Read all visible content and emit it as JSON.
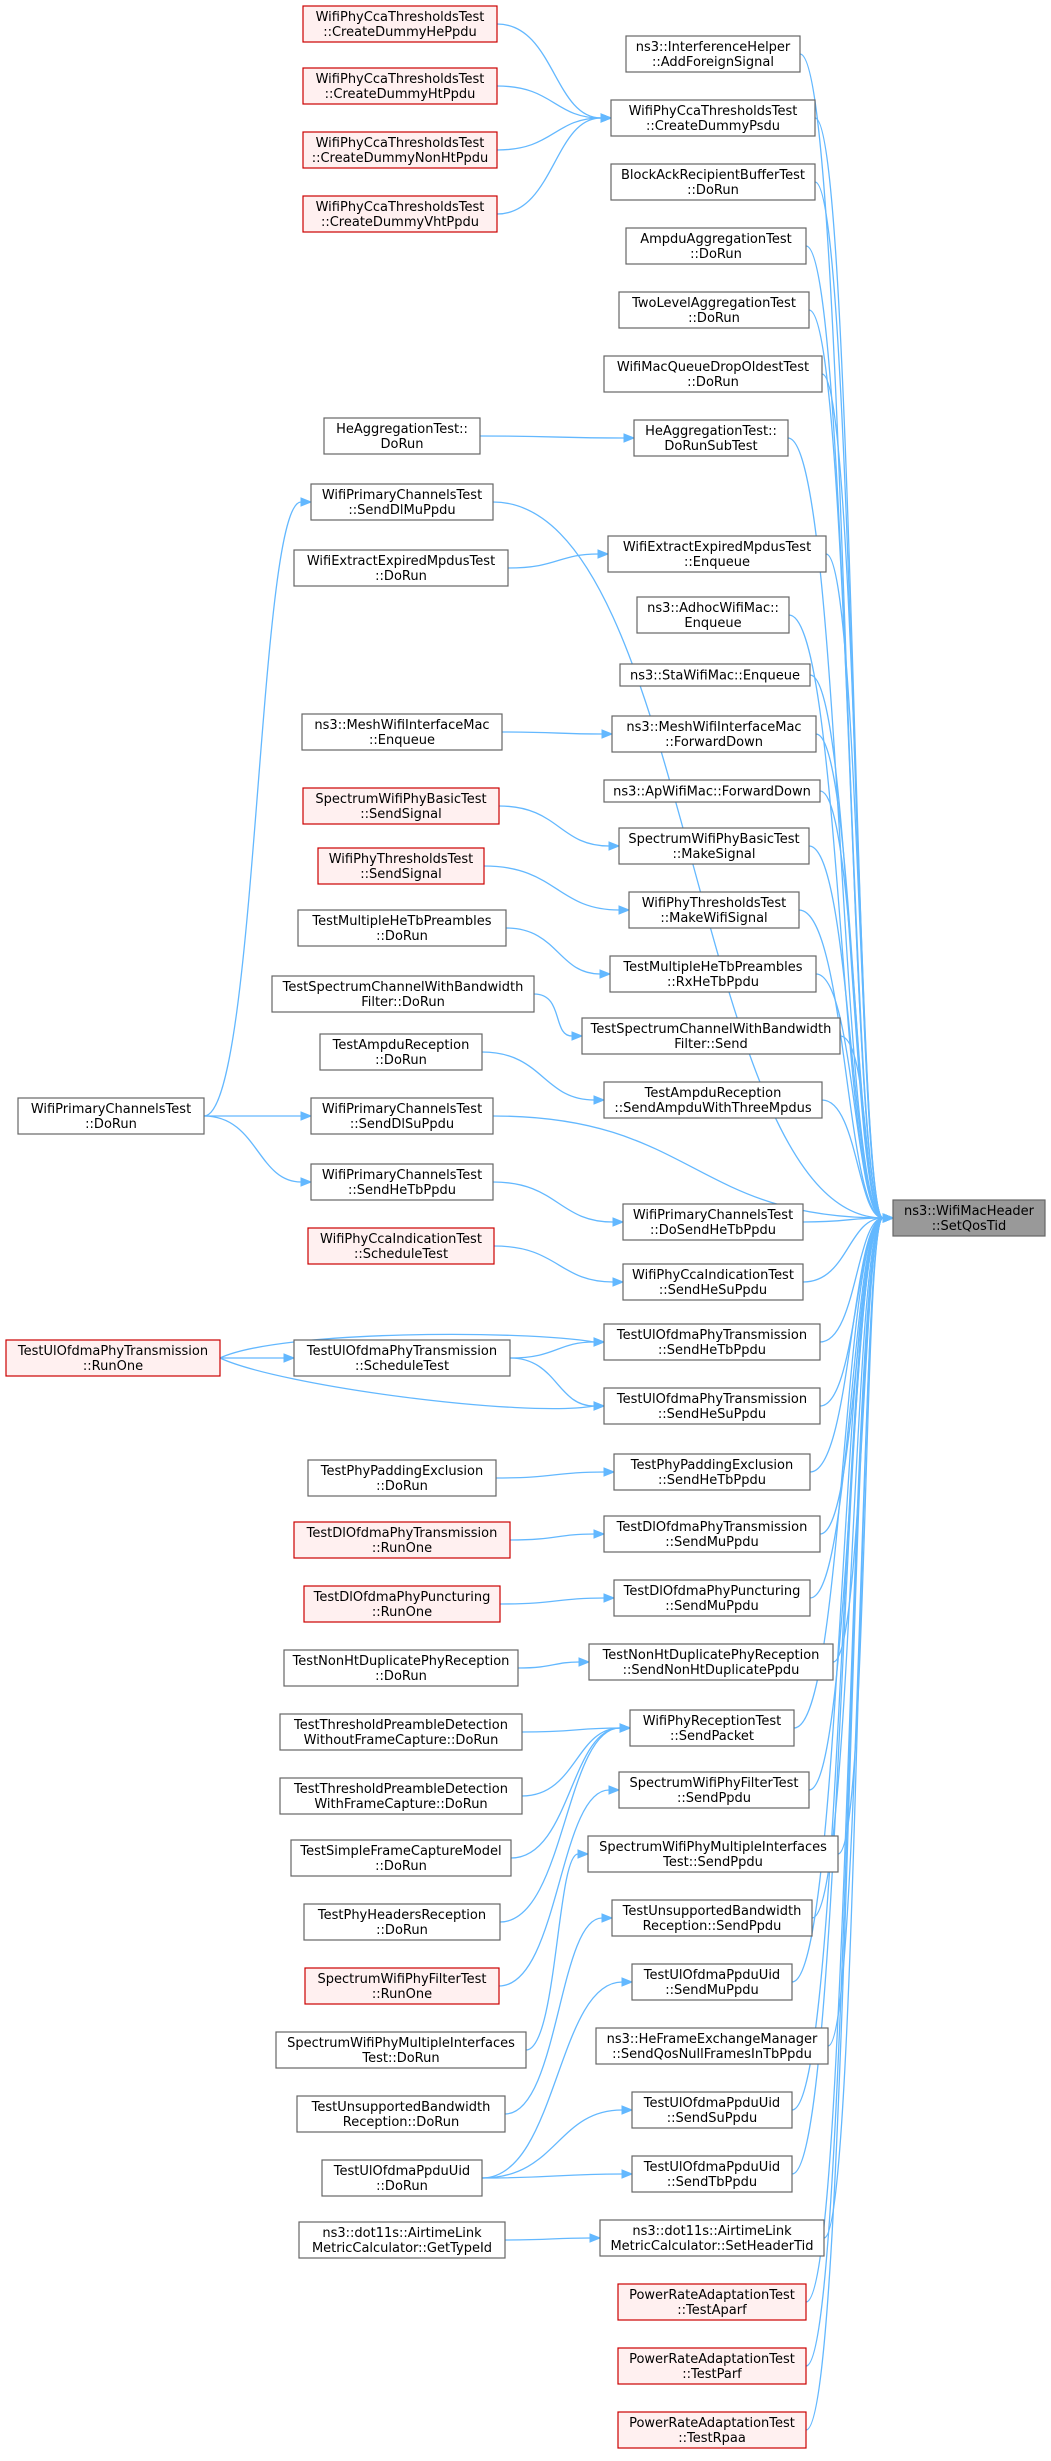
{
  "graph": {
    "root": "root",
    "colors": {
      "edge": "#63b8ff",
      "border": "#666666",
      "red_border": "#cc0000",
      "red_fill": "#fff0f0",
      "root_fill": "#999999"
    },
    "nodes": [
      {
        "id": "root",
        "lines": [
          "ns3::WifiMacHeader",
          "::SetQosTid"
        ],
        "style": "root"
      },
      {
        "id": "c1",
        "lines": [
          "ns3::InterferenceHelper",
          "::AddForeignSignal"
        ]
      },
      {
        "id": "c2",
        "lines": [
          "WifiPhyCcaThresholdsTest",
          "::CreateDummyPsdu"
        ]
      },
      {
        "id": "c3",
        "lines": [
          "BlockAckRecipientBufferTest",
          "::DoRun"
        ]
      },
      {
        "id": "c4",
        "lines": [
          "AmpduAggregationTest",
          "::DoRun"
        ]
      },
      {
        "id": "c5",
        "lines": [
          "TwoLevelAggregationTest",
          "::DoRun"
        ]
      },
      {
        "id": "c6",
        "lines": [
          "WifiMacQueueDropOldestTest",
          "::DoRun"
        ]
      },
      {
        "id": "c7",
        "lines": [
          "HeAggregationTest::",
          "DoRunSubTest"
        ]
      },
      {
        "id": "c8",
        "lines": [
          "WifiPrimaryChannelsTest",
          "::SendDlMuPpdu"
        ]
      },
      {
        "id": "c9",
        "lines": [
          "WifiExtractExpiredMpdusTest",
          "::Enqueue"
        ]
      },
      {
        "id": "c10",
        "lines": [
          "ns3::AdhocWifiMac::",
          "Enqueue"
        ]
      },
      {
        "id": "c11",
        "lines": [
          "ns3::StaWifiMac::Enqueue"
        ]
      },
      {
        "id": "c12",
        "lines": [
          "ns3::MeshWifiInterfaceMac",
          "::ForwardDown"
        ]
      },
      {
        "id": "c13",
        "lines": [
          "ns3::ApWifiMac::ForwardDown"
        ]
      },
      {
        "id": "c14",
        "lines": [
          "SpectrumWifiPhyBasicTest",
          "::MakeSignal"
        ]
      },
      {
        "id": "c15",
        "lines": [
          "WifiPhyThresholdsTest",
          "::MakeWifiSignal"
        ]
      },
      {
        "id": "c16",
        "lines": [
          "TestMultipleHeTbPreambles",
          "::RxHeTbPpdu"
        ]
      },
      {
        "id": "c17",
        "lines": [
          "TestSpectrumChannelWithBandwidth",
          "Filter::Send"
        ]
      },
      {
        "id": "c18",
        "lines": [
          "TestAmpduReception",
          "::SendAmpduWithThreeMpdus"
        ]
      },
      {
        "id": "c19",
        "lines": [
          "WifiPrimaryChannelsTest",
          "::SendDlSuPpdu"
        ]
      },
      {
        "id": "c20",
        "lines": [
          "WifiPrimaryChannelsTest",
          "::DoSendHeTbPpdu"
        ]
      },
      {
        "id": "c21",
        "lines": [
          "WifiPhyCcaIndicationTest",
          "::SendHeSuPpdu"
        ]
      },
      {
        "id": "c22",
        "lines": [
          "TestUlOfdmaPhyTransmission",
          "::SendHeTbPpdu"
        ]
      },
      {
        "id": "c23",
        "lines": [
          "TestUlOfdmaPhyTransmission",
          "::SendHeSuPpdu"
        ]
      },
      {
        "id": "c24",
        "lines": [
          "TestPhyPaddingExclusion",
          "::SendHeTbPpdu"
        ]
      },
      {
        "id": "c25",
        "lines": [
          "TestDlOfdmaPhyTransmission",
          "::SendMuPpdu"
        ]
      },
      {
        "id": "c26",
        "lines": [
          "TestDlOfdmaPhyPuncturing",
          "::SendMuPpdu"
        ]
      },
      {
        "id": "c27",
        "lines": [
          "TestNonHtDuplicatePhyReception",
          "::SendNonHtDuplicatePpdu"
        ]
      },
      {
        "id": "c28",
        "lines": [
          "WifiPhyReceptionTest",
          "::SendPacket"
        ]
      },
      {
        "id": "c29",
        "lines": [
          "SpectrumWifiPhyFilterTest",
          "::SendPpdu"
        ]
      },
      {
        "id": "c30",
        "lines": [
          "SpectrumWifiPhyMultipleInterfaces",
          "Test::SendPpdu"
        ]
      },
      {
        "id": "c31",
        "lines": [
          "TestUnsupportedBandwidth",
          "Reception::SendPpdu"
        ]
      },
      {
        "id": "c32",
        "lines": [
          "TestUlOfdmaPpduUid",
          "::SendMuPpdu"
        ]
      },
      {
        "id": "c33",
        "lines": [
          "ns3::HeFrameExchangeManager",
          "::SendQosNullFramesInTbPpdu"
        ]
      },
      {
        "id": "c34",
        "lines": [
          "TestUlOfdmaPpduUid",
          "::SendSuPpdu"
        ]
      },
      {
        "id": "c35",
        "lines": [
          "TestUlOfdmaPpduUid",
          "::SendTbPpdu"
        ]
      },
      {
        "id": "c36",
        "lines": [
          "ns3::dot11s::AirtimeLink",
          "MetricCalculator::SetHeaderTid"
        ]
      },
      {
        "id": "c37",
        "lines": [
          "PowerRateAdaptationTest",
          "::TestAparf"
        ],
        "style": "red"
      },
      {
        "id": "c38",
        "lines": [
          "PowerRateAdaptationTest",
          "::TestParf"
        ],
        "style": "red"
      },
      {
        "id": "c39",
        "lines": [
          "PowerRateAdaptationTest",
          "::TestRpaa"
        ],
        "style": "red"
      },
      {
        "id": "g1",
        "lines": [
          "WifiPhyCcaThresholdsTest",
          "::CreateDummyHePpdu"
        ],
        "style": "red"
      },
      {
        "id": "g2",
        "lines": [
          "WifiPhyCcaThresholdsTest",
          "::CreateDummyHtPpdu"
        ],
        "style": "red"
      },
      {
        "id": "g3",
        "lines": [
          "WifiPhyCcaThresholdsTest",
          "::CreateDummyNonHtPpdu"
        ],
        "style": "red"
      },
      {
        "id": "g4",
        "lines": [
          "WifiPhyCcaThresholdsTest",
          "::CreateDummyVhtPpdu"
        ],
        "style": "red"
      },
      {
        "id": "g5",
        "lines": [
          "HeAggregationTest::",
          "DoRun"
        ]
      },
      {
        "id": "g6",
        "lines": [
          "WifiExtractExpiredMpdusTest",
          "::DoRun"
        ]
      },
      {
        "id": "g7",
        "lines": [
          "ns3::MeshWifiInterfaceMac",
          "::Enqueue"
        ]
      },
      {
        "id": "g8",
        "lines": [
          "SpectrumWifiPhyBasicTest",
          "::SendSignal"
        ],
        "style": "red"
      },
      {
        "id": "g9",
        "lines": [
          "WifiPhyThresholdsTest",
          "::SendSignal"
        ],
        "style": "red"
      },
      {
        "id": "g10",
        "lines": [
          "TestMultipleHeTbPreambles",
          "::DoRun"
        ]
      },
      {
        "id": "g11",
        "lines": [
          "TestSpectrumChannelWithBandwidth",
          "Filter::DoRun"
        ]
      },
      {
        "id": "g12",
        "lines": [
          "TestAmpduReception",
          "::DoRun"
        ]
      },
      {
        "id": "g13",
        "lines": [
          "WifiPrimaryChannelsTest",
          "::SendHeTbPpdu"
        ]
      },
      {
        "id": "g14",
        "lines": [
          "WifiPhyCcaIndicationTest",
          "::ScheduleTest"
        ],
        "style": "red"
      },
      {
        "id": "g15",
        "lines": [
          "TestUlOfdmaPhyTransmission",
          "::ScheduleTest"
        ]
      },
      {
        "id": "g16",
        "lines": [
          "TestPhyPaddingExclusion",
          "::DoRun"
        ]
      },
      {
        "id": "g17",
        "lines": [
          "TestDlOfdmaPhyTransmission",
          "::RunOne"
        ],
        "style": "red"
      },
      {
        "id": "g18",
        "lines": [
          "TestDlOfdmaPhyPuncturing",
          "::RunOne"
        ],
        "style": "red"
      },
      {
        "id": "g19",
        "lines": [
          "TestNonHtDuplicatePhyReception",
          "::DoRun"
        ]
      },
      {
        "id": "g20",
        "lines": [
          "TestThresholdPreambleDetection",
          "WithoutFrameCapture::DoRun"
        ]
      },
      {
        "id": "g21",
        "lines": [
          "TestThresholdPreambleDetection",
          "WithFrameCapture::DoRun"
        ]
      },
      {
        "id": "g22",
        "lines": [
          "TestSimpleFrameCaptureModel",
          "::DoRun"
        ]
      },
      {
        "id": "g23",
        "lines": [
          "TestPhyHeadersReception",
          "::DoRun"
        ]
      },
      {
        "id": "g24",
        "lines": [
          "SpectrumWifiPhyFilterTest",
          "::RunOne"
        ],
        "style": "red"
      },
      {
        "id": "g25",
        "lines": [
          "SpectrumWifiPhyMultipleInterfaces",
          "Test::DoRun"
        ]
      },
      {
        "id": "g26",
        "lines": [
          "TestUnsupportedBandwidth",
          "Reception::DoRun"
        ]
      },
      {
        "id": "g27",
        "lines": [
          "TestUlOfdmaPpduUid",
          "::DoRun"
        ]
      },
      {
        "id": "g28",
        "lines": [
          "ns3::dot11s::AirtimeLink",
          "MetricCalculator::GetTypeId"
        ]
      },
      {
        "id": "h1",
        "lines": [
          "WifiPrimaryChannelsTest",
          "::DoRun"
        ]
      },
      {
        "id": "h2",
        "lines": [
          "TestUlOfdmaPhyTransmission",
          "::RunOne"
        ],
        "style": "red"
      }
    ],
    "edges": [
      [
        "c1",
        "root"
      ],
      [
        "c2",
        "root"
      ],
      [
        "c3",
        "root"
      ],
      [
        "c4",
        "root"
      ],
      [
        "c5",
        "root"
      ],
      [
        "c6",
        "root"
      ],
      [
        "c7",
        "root"
      ],
      [
        "c8",
        "root"
      ],
      [
        "c9",
        "root"
      ],
      [
        "c10",
        "root"
      ],
      [
        "c11",
        "root"
      ],
      [
        "c12",
        "root"
      ],
      [
        "c13",
        "root"
      ],
      [
        "c14",
        "root"
      ],
      [
        "c15",
        "root"
      ],
      [
        "c16",
        "root"
      ],
      [
        "c17",
        "root"
      ],
      [
        "c18",
        "root"
      ],
      [
        "c19",
        "root"
      ],
      [
        "c20",
        "root"
      ],
      [
        "c21",
        "root"
      ],
      [
        "c22",
        "root"
      ],
      [
        "c23",
        "root"
      ],
      [
        "c24",
        "root"
      ],
      [
        "c25",
        "root"
      ],
      [
        "c26",
        "root"
      ],
      [
        "c27",
        "root"
      ],
      [
        "c28",
        "root"
      ],
      [
        "c29",
        "root"
      ],
      [
        "c30",
        "root"
      ],
      [
        "c31",
        "root"
      ],
      [
        "c32",
        "root"
      ],
      [
        "c33",
        "root"
      ],
      [
        "c34",
        "root"
      ],
      [
        "c35",
        "root"
      ],
      [
        "c36",
        "root"
      ],
      [
        "c37",
        "root"
      ],
      [
        "c38",
        "root"
      ],
      [
        "c39",
        "root"
      ],
      [
        "g1",
        "c2"
      ],
      [
        "g2",
        "c2"
      ],
      [
        "g3",
        "c2"
      ],
      [
        "g4",
        "c2"
      ],
      [
        "g5",
        "c7"
      ],
      [
        "g6",
        "c9"
      ],
      [
        "g7",
        "c12"
      ],
      [
        "g8",
        "c14"
      ],
      [
        "g9",
        "c15"
      ],
      [
        "g10",
        "c16"
      ],
      [
        "g11",
        "c17"
      ],
      [
        "g12",
        "c18"
      ],
      [
        "g13",
        "c20"
      ],
      [
        "g14",
        "c21"
      ],
      [
        "g15",
        "c22"
      ],
      [
        "g15",
        "c23"
      ],
      [
        "g16",
        "c24"
      ],
      [
        "g17",
        "c25"
      ],
      [
        "g18",
        "c26"
      ],
      [
        "g19",
        "c27"
      ],
      [
        "g20",
        "c28"
      ],
      [
        "g21",
        "c28"
      ],
      [
        "g22",
        "c28"
      ],
      [
        "g23",
        "c28"
      ],
      [
        "g24",
        "c29"
      ],
      [
        "g25",
        "c30"
      ],
      [
        "g26",
        "c31"
      ],
      [
        "g27",
        "c32"
      ],
      [
        "g27",
        "c34"
      ],
      [
        "g27",
        "c35"
      ],
      [
        "g28",
        "c36"
      ],
      [
        "h1",
        "c8"
      ],
      [
        "h1",
        "c19"
      ],
      [
        "h1",
        "g13"
      ],
      [
        "h2",
        "c22"
      ],
      [
        "h2",
        "g15"
      ],
      [
        "h2",
        "c23"
      ]
    ]
  }
}
